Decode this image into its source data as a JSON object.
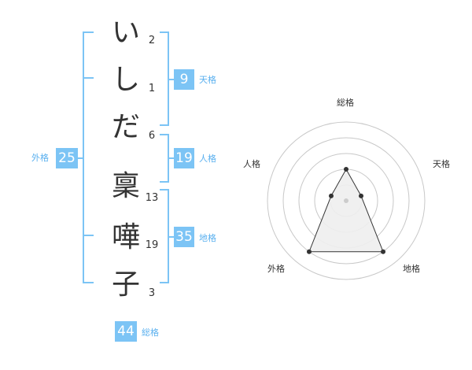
{
  "name": {
    "chars": [
      {
        "char": "い",
        "strokes": "2"
      },
      {
        "char": "し",
        "strokes": "1"
      },
      {
        "char": "だ",
        "strokes": "6"
      },
      {
        "char": "稟",
        "strokes": "13"
      },
      {
        "char": "嘩",
        "strokes": "19"
      },
      {
        "char": "子",
        "strokes": "3"
      }
    ]
  },
  "fortune": {
    "tenkaku": {
      "value": "9",
      "label": "天格"
    },
    "jinkaku": {
      "value": "19",
      "label": "人格"
    },
    "chikaku": {
      "value": "35",
      "label": "地格"
    },
    "gaikaku": {
      "value": "25",
      "label": "外格"
    },
    "soukaku": {
      "value": "44",
      "label": "総格"
    }
  },
  "radar": {
    "axes": [
      "総格",
      "天格",
      "地格",
      "外格",
      "人格"
    ],
    "values": [
      2,
      1,
      4,
      4,
      1
    ],
    "max": 5,
    "colors": {
      "ring": "#c8c8c8",
      "fill": "#eeeeee",
      "line": "#333333",
      "center": "#cccccc"
    }
  },
  "colors": {
    "accent": "#7cc4f5",
    "label": "#5ab0ef"
  }
}
